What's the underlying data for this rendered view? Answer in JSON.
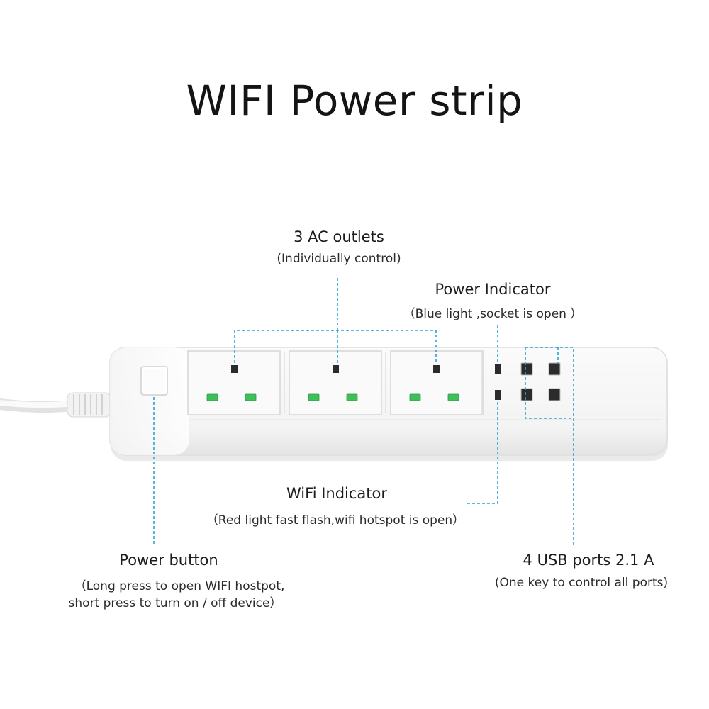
{
  "title": "WIFI Power strip",
  "callouts": {
    "ac_outlets": {
      "label": "3 AC outlets",
      "note": "(Individually control)"
    },
    "power_indicator": {
      "label": "Power Indicator",
      "note": "（Blue light ,socket is open ）"
    },
    "wifi_indicator": {
      "label": "WiFi Indicator",
      "note": "（Red light fast flash,wifi hotspot is open）"
    },
    "power_button": {
      "label": "Power button",
      "note_line1": "（Long press to open WIFI hostpot,",
      "note_line2": "short press to turn on / off device）"
    },
    "usb_ports": {
      "label": "4 USB ports 2.1 A",
      "note": "(One key to control all ports)"
    }
  },
  "colors": {
    "leader_line": "#2aa3d8",
    "outlet_shutter": "#3fbf5a",
    "body": "#ffffff",
    "body_shadow": "#e6e6e6"
  }
}
